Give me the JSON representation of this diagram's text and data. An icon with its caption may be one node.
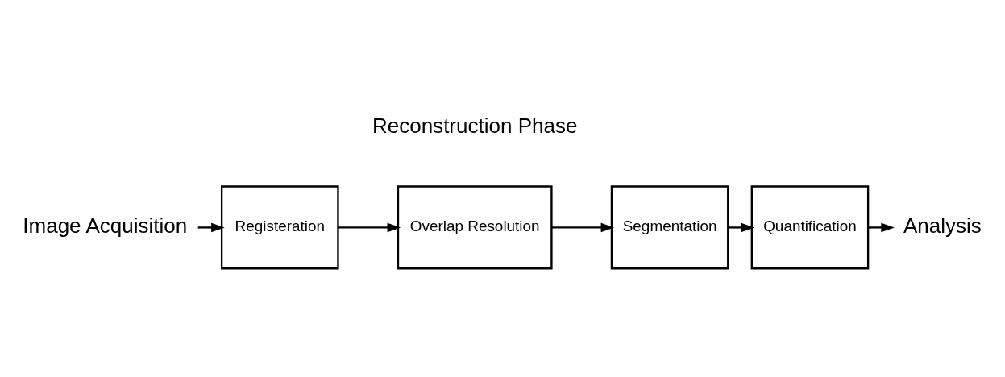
{
  "diagram": {
    "nodes": [
      {
        "text": [
          "Image Acquisition"
        ]
      },
      {
        "text": [
          "Registeration"
        ]
      },
      {
        "text": [
          "Overlap Resolution"
        ]
      },
      {
        "text": [
          "Segmentation"
        ]
      },
      {
        "text": [
          "Quantification"
        ]
      },
      {
        "text": [
          "Analysis"
        ]
      }
    ],
    "edges": [
      {
        "from": 0,
        "to": 1,
        "arrow": "to"
      },
      {
        "from": 1,
        "to": 2,
        "arrow": "to"
      },
      {
        "from": 2,
        "to": 3,
        "arrow": "to"
      },
      {
        "from": 3,
        "to": 4,
        "arrow": "to"
      },
      {
        "from": 4,
        "to": 5,
        "arrow": "to"
      }
    ],
    "labels": [
      "Reconstruction Phase"
    ]
  }
}
